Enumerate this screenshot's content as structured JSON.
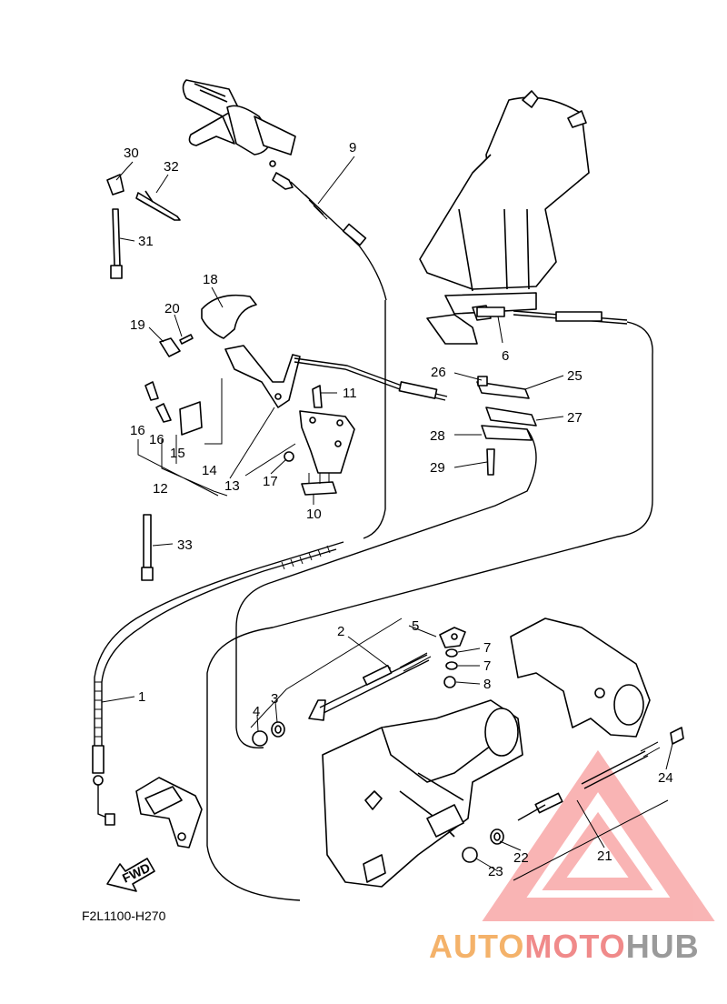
{
  "diagram_code": "F2L1100-H270",
  "fwd_label": "FWD",
  "watermark": {
    "parts": [
      "AUTO",
      "MOTO",
      "HUB"
    ],
    "colors": [
      "#f4b26a",
      "#f08a8a",
      "#9a9a9a"
    ]
  },
  "callouts": [
    "30",
    "32",
    "31",
    "9",
    "18",
    "20",
    "19",
    "6",
    "26",
    "25",
    "11",
    "27",
    "16",
    "16",
    "15",
    "28",
    "29",
    "14",
    "13",
    "17",
    "12",
    "10",
    "33",
    "5",
    "2",
    "7",
    "7",
    "8",
    "1",
    "4",
    "3",
    "24",
    "21",
    "22",
    "23"
  ]
}
